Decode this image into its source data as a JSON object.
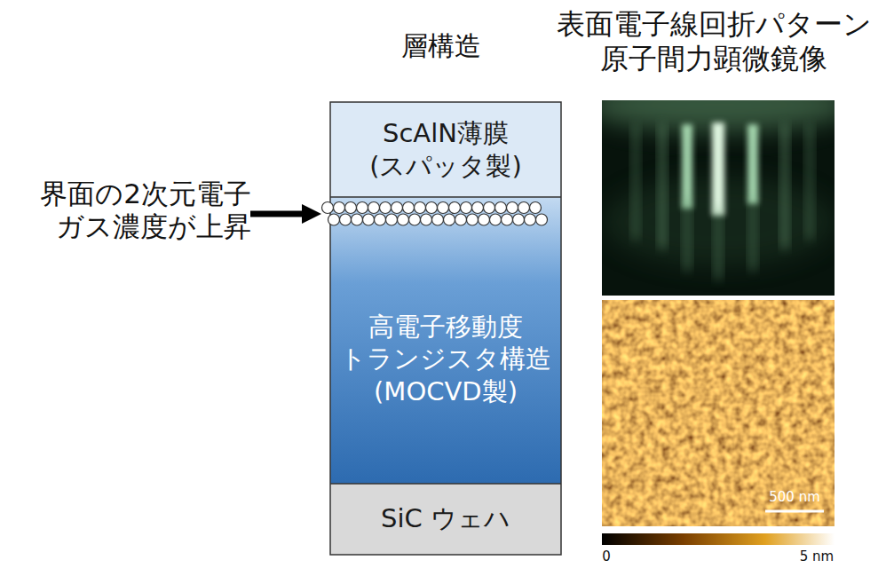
{
  "diagram": {
    "nodes": [
      {
        "text": [
          "ScAlN薄膜 (スパッタ製)"
        ]
      },
      {
        "text": [
          "高電子移動度 トランジスタ構造 (MOCVD製)"
        ]
      },
      {
        "text": [
          "SiC ウェハ"
        ]
      }
    ],
    "labels": [
      "層構造",
      "表面電子線回折パターン 原子間力顕微鏡像",
      "界面の2次元電子 ガス濃度が上昇",
      "500 nm",
      "0",
      "5 nm"
    ]
  }
}
